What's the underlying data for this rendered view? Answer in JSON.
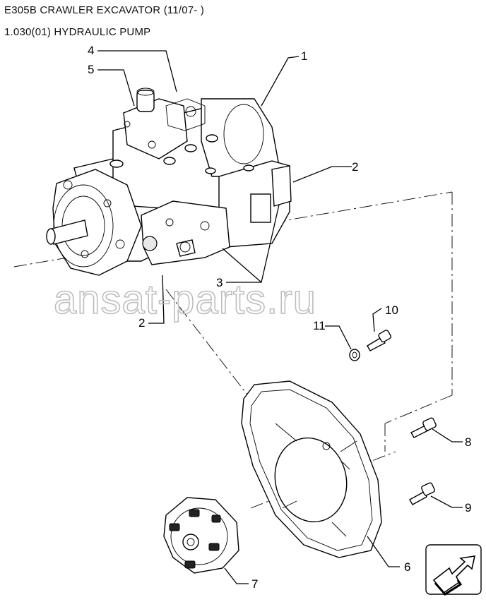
{
  "header": {
    "title": "E305B CRAWLER EXCAVATOR (11/07- )",
    "subtitle": "1.030(01) HYDRAULIC PUMP"
  },
  "watermark": "ansat-parts.ru",
  "corner_mark": "",
  "callouts": [
    {
      "id": "1",
      "label": "1"
    },
    {
      "id": "2a",
      "label": "2"
    },
    {
      "id": "2b",
      "label": "2"
    },
    {
      "id": "3",
      "label": "3"
    },
    {
      "id": "4",
      "label": "4"
    },
    {
      "id": "5",
      "label": "5"
    },
    {
      "id": "6",
      "label": "6"
    },
    {
      "id": "7",
      "label": "7"
    },
    {
      "id": "8",
      "label": "8"
    },
    {
      "id": "9",
      "label": "9"
    },
    {
      "id": "10",
      "label": "10"
    },
    {
      "id": "11",
      "label": "11"
    }
  ],
  "nav_icon": "next-page-arrow-icon"
}
